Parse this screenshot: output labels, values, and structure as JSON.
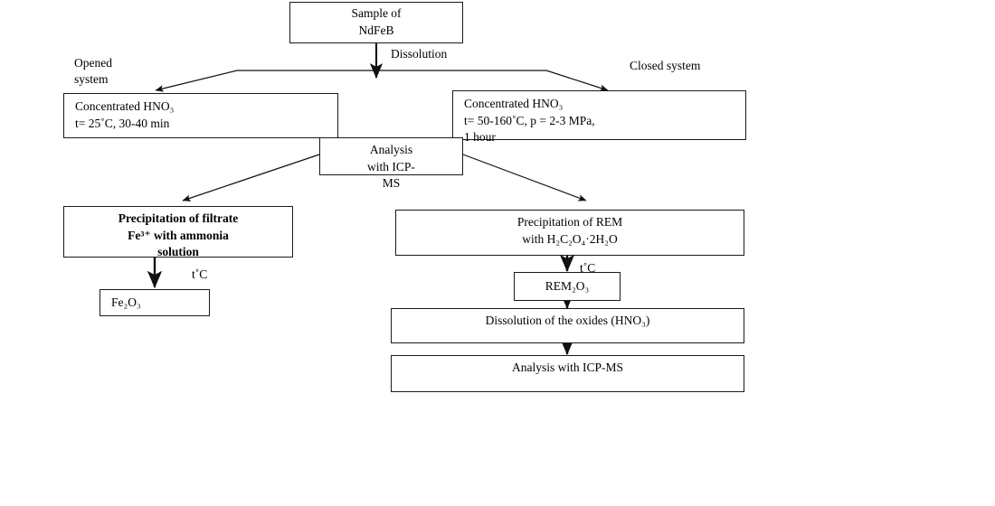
{
  "diagram": {
    "title": "NdFeB sample dissolution and analysis scheme",
    "line_color": "#1a1a1a",
    "background": "#ffffff",
    "nodes": {
      "sample": {
        "label": "Sample of\nNdFeB"
      },
      "opened_conc_hno3": {
        "label": "Concentrated HNO₃\nt= 25˚C, 30-40 min"
      },
      "closed_conc_hno3": {
        "label": "Concentrated HNO₃\nt= 50-160˚C, p = 2-3 MPa,\n1 hour"
      },
      "analysis_icp_ms_mid": {
        "label": "Analysis\nwith ICP-\nMS"
      },
      "precip_filtrate": {
        "label": "Precipitation of filtrate\nFe³⁺ with ammonia\nsolution"
      },
      "precip_rem": {
        "label": "Precipitation of REM\nwith H₂C₂O₄·2H₂O"
      },
      "fe2o3": {
        "label": "Fe₂O₃"
      },
      "rem2o3": {
        "label": "REM₂O₃"
      },
      "dissolution_oxides": {
        "label": "Dissolution of the oxides (HNO₃)"
      },
      "analysis_icp_ms_bottom": {
        "label": "Analysis with ICP-MS"
      }
    },
    "edge_labels": {
      "dissolution": "Dissolution",
      "opened_system": "Opened\nsystem",
      "closed_system": "Closed system",
      "temp_left": "t˚C",
      "temp_right": "t˚C"
    }
  }
}
